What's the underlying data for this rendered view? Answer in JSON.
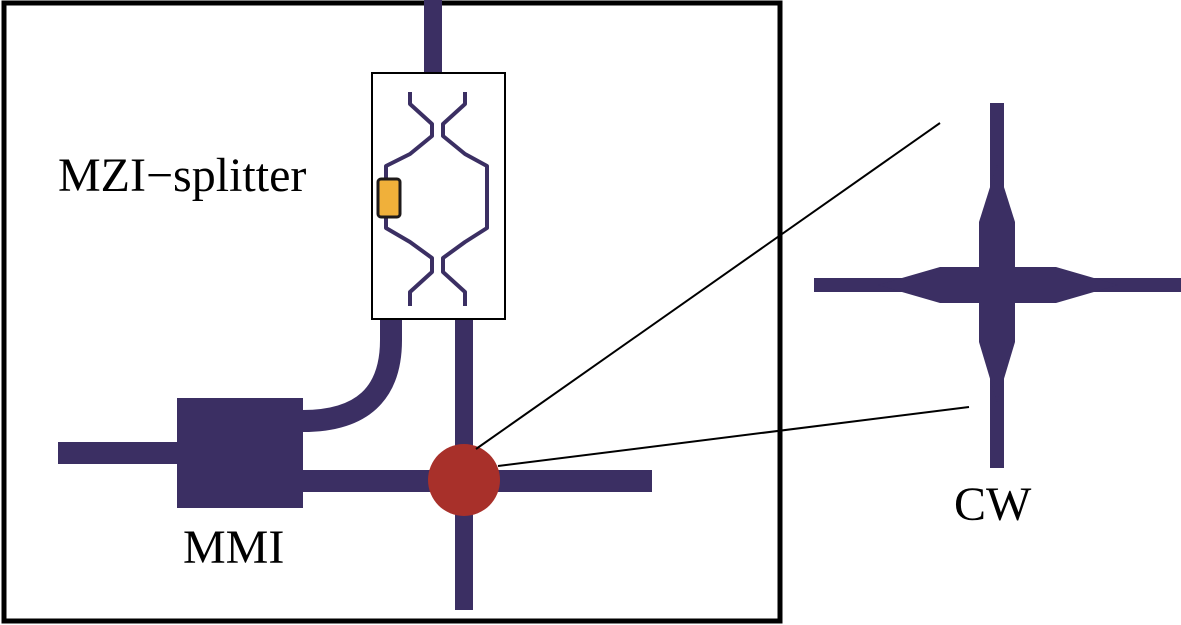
{
  "labels": {
    "mzi": "MZI−splitter",
    "mmi": "MMI",
    "cw": "CW"
  },
  "colors": {
    "waveguide": "#3b2f63",
    "crossing_marker": "#a8302a",
    "heater": "#f0b03a",
    "outline": "#000000",
    "background": "#ffffff"
  }
}
